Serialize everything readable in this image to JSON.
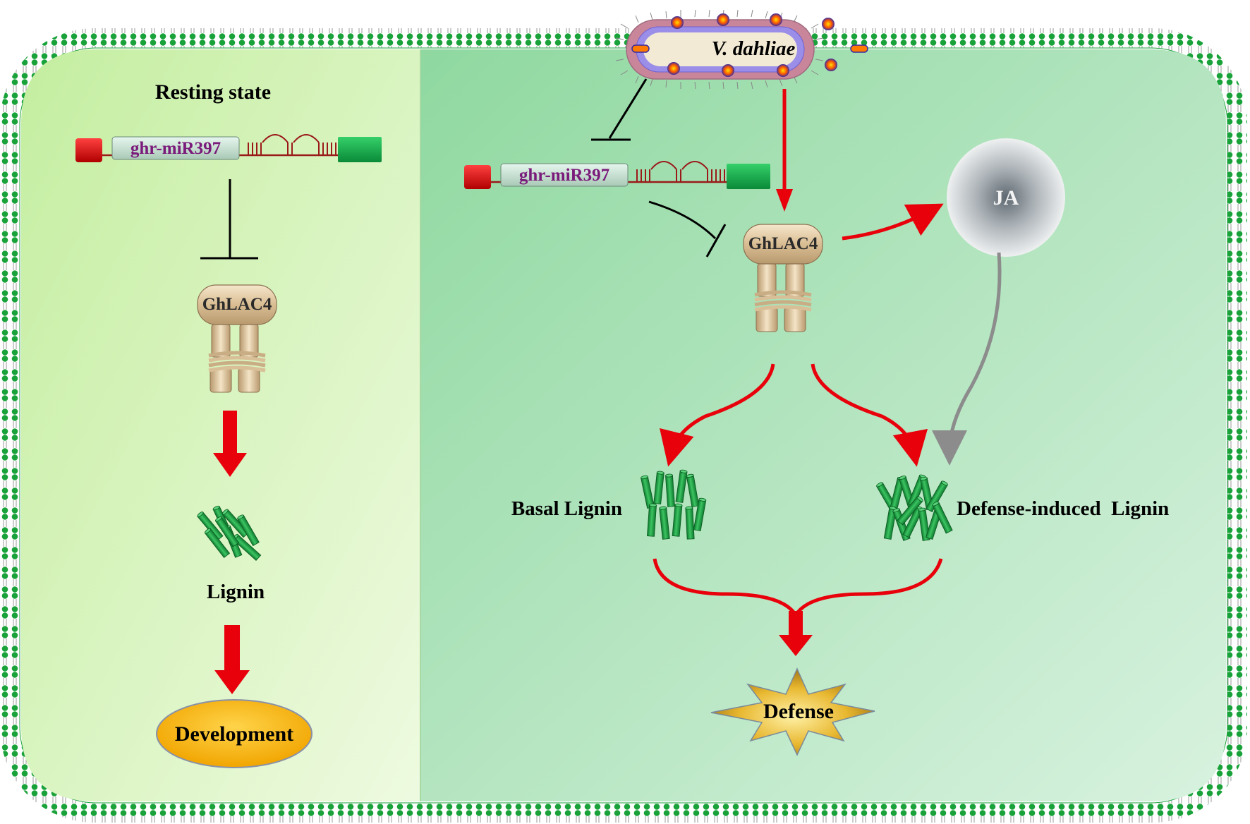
{
  "pathogen": {
    "name": "V. dahliae"
  },
  "resting": {
    "title": "Resting state",
    "mirna_label": "ghr-miR397",
    "enzyme_label": "GhLAC4",
    "product_label": "Lignin",
    "outcome_label": "Development"
  },
  "infected": {
    "mirna_label": "ghr-miR397",
    "enzyme_label": "GhLAC4",
    "hormone_label": "JA",
    "basal_label": "Basal Lignin",
    "induced_label": "Defense-induced  Lignin",
    "outcome_label": "Defense"
  },
  "colors": {
    "activation_arrow": "#e8000b",
    "hormone_arrow": "#8c8c8c",
    "inhibition": "#000000",
    "membrane": "#1aa23a",
    "lignin": "#1f9a3c",
    "mirna_text": "#7a1a7a",
    "development_fill": "#f4b400"
  }
}
